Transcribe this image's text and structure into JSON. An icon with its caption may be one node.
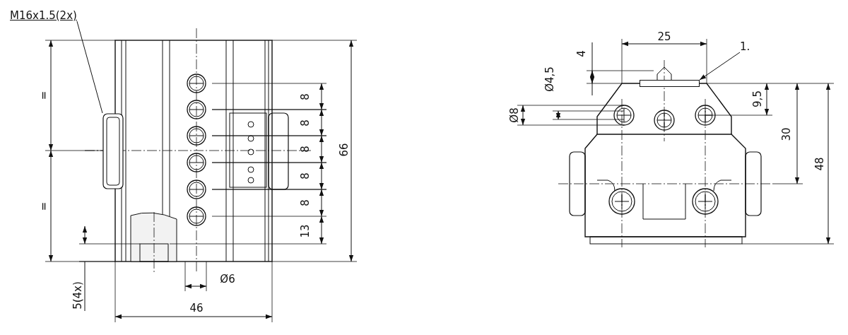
{
  "diagram": {
    "nodes": [
      {
        "text": [
          "M16x1.5(2x)"
        ]
      },
      {
        "text": [],
        "shape": "box"
      },
      {
        "text": [
          "1."
        ]
      },
      {
        "text": [],
        "shape": "box"
      }
    ],
    "edges": [
      {
        "from": 0,
        "to": 1,
        "arrow": "none"
      },
      {
        "from": 2,
        "to": 3,
        "arrow": "to"
      }
    ],
    "labels": [
      "=",
      "66",
      "8",
      "8",
      "8",
      "8",
      "8",
      "13",
      "=",
      "5(4x)",
      "Ø6",
      "46",
      "25",
      "4",
      "Ø4,5",
      "9,5",
      "Ø8",
      "30",
      "48"
    ]
  }
}
